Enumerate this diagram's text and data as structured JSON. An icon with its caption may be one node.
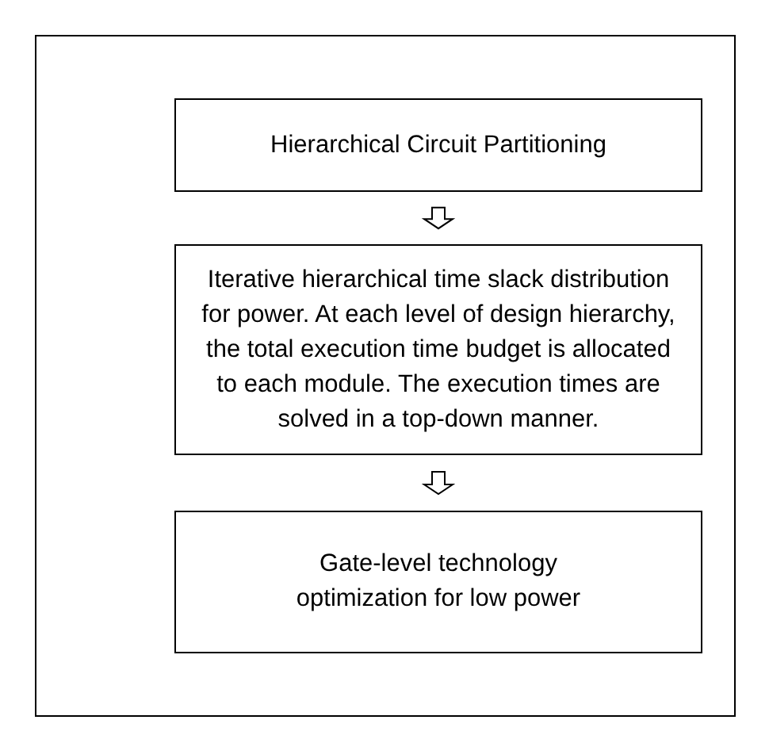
{
  "diagram": {
    "nodes": [
      {
        "text": [],
        "shape": "box"
      },
      {
        "text": [
          "Hierarchical Circuit Partitioning"
        ],
        "in": 0
      },
      {
        "text": [
          "Iterative hierarchical time slack distribution for power. At each level of design hierarchy, the total execution time budget is allocated to each module. The execution times are solved in a top-down manner."
        ],
        "in": 0
      },
      {
        "text": [
          "Gate-level technology optimization for low power"
        ],
        "in": 0
      }
    ],
    "edges": [
      {
        "from": 1,
        "to": 2,
        "arrow": "to"
      },
      {
        "from": 2,
        "to": 3,
        "arrow": "to"
      }
    ]
  }
}
